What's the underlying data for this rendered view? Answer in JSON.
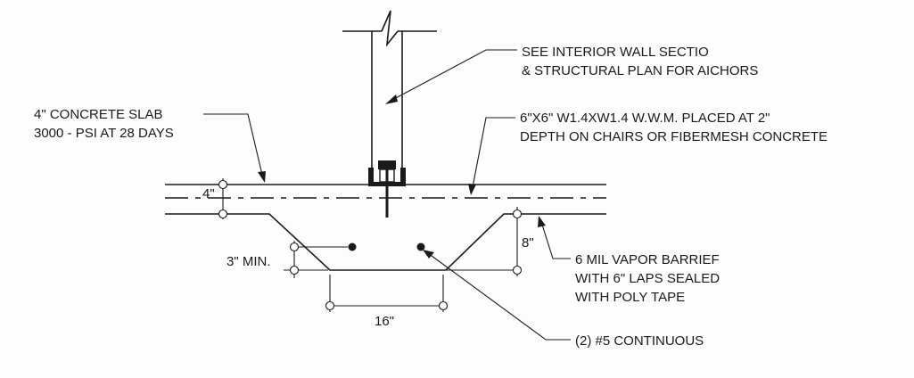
{
  "notes": {
    "wall_section_1": "SEE INTERIOR WALL SECTIO",
    "wall_section_2": "& STRUCTURAL PLAN FOR AICHORS",
    "slab_1": "4\" CONCRETE SLAB",
    "slab_2": "3000 - PSI AT 28 DAYS",
    "mesh_1": "6\"X6\" W1.4XW1.4 W.W.M. PLACED AT 2\"",
    "mesh_2": "DEPTH ON CHAIRS OR FIBERMESH CONCRETE",
    "vapor_1": "6 MIL VAPOR BARRIEF",
    "vapor_2": "WITH 6\" LAPS SEALED",
    "vapor_3": "WITH POLY TAPE",
    "rebar": "(2) #5 CONTINUOUS"
  },
  "dimensions": {
    "slab_thickness": "4\"",
    "min_cover": "3\" MIN.",
    "footing_depth": "8\"",
    "footing_width": "16\""
  }
}
